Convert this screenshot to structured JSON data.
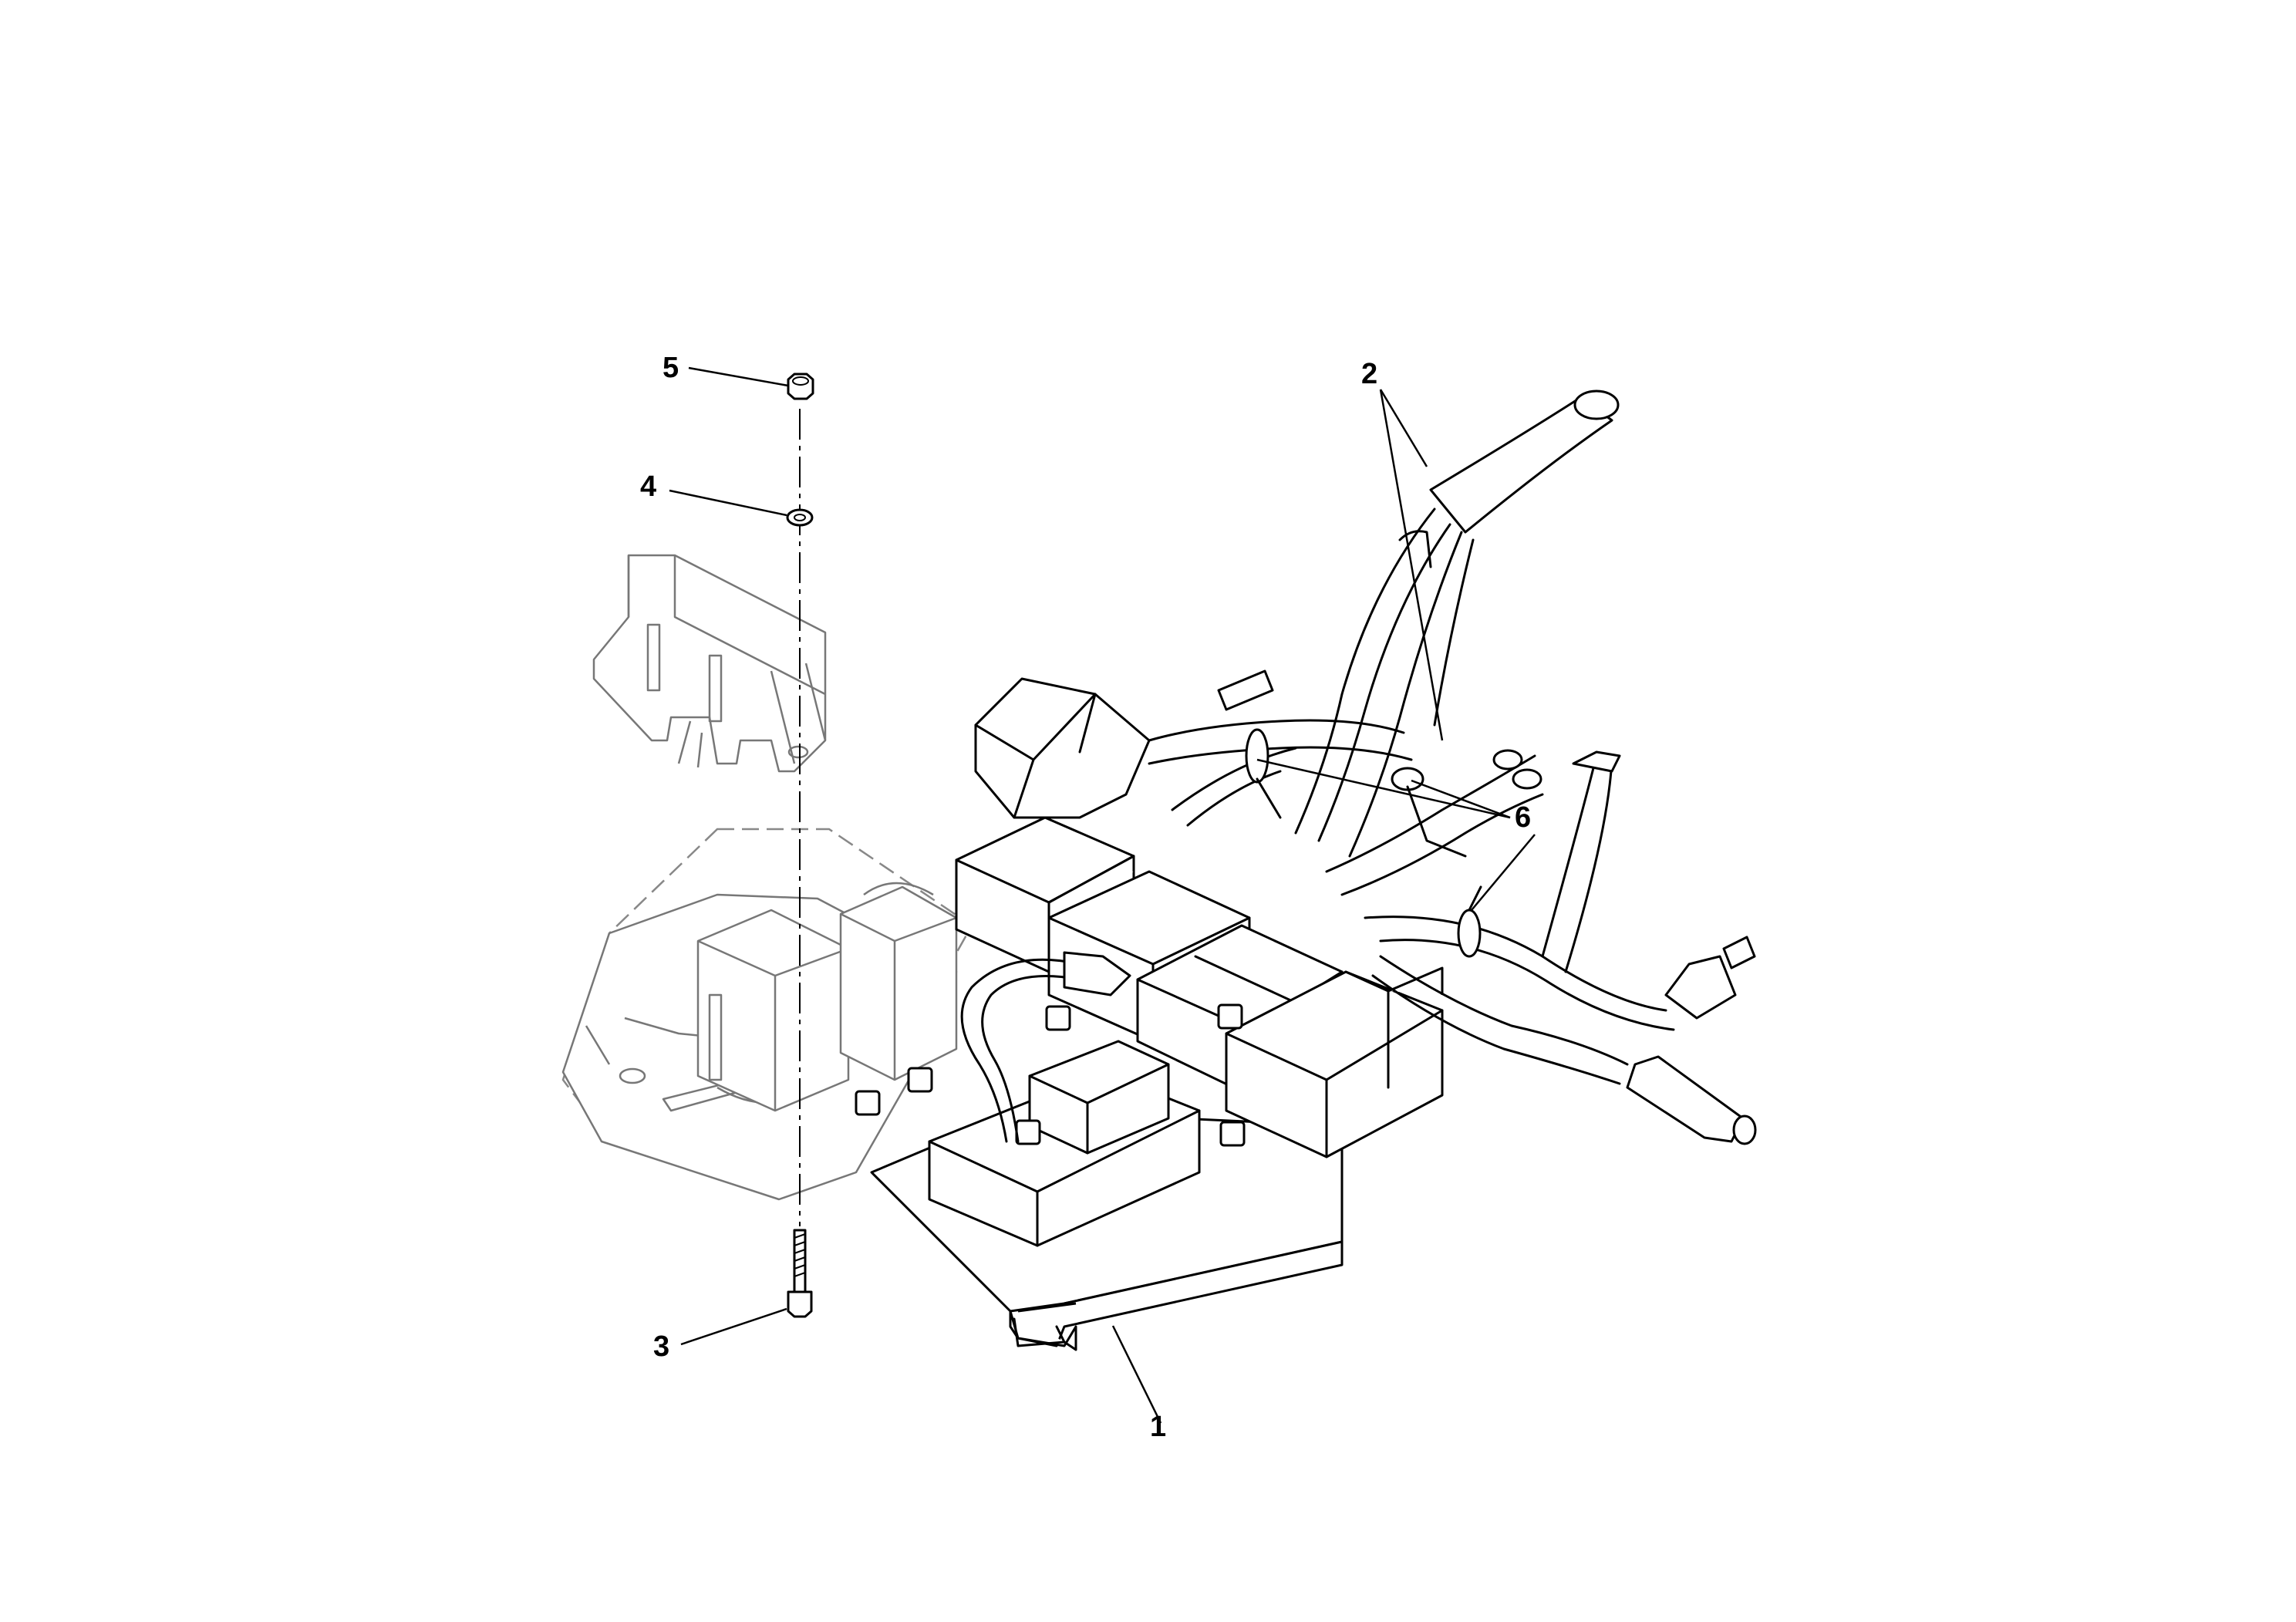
{
  "diagram": {
    "callouts": [
      {
        "id": "1",
        "label": "1"
      },
      {
        "id": "2",
        "label": "2"
      },
      {
        "id": "3",
        "label": "3"
      },
      {
        "id": "4",
        "label": "4"
      },
      {
        "id": "5",
        "label": "5"
      },
      {
        "id": "6",
        "label": "6"
      }
    ]
  },
  "colors": {
    "line": "#000000",
    "ghost": "#777777",
    "background": "#ffffff"
  }
}
